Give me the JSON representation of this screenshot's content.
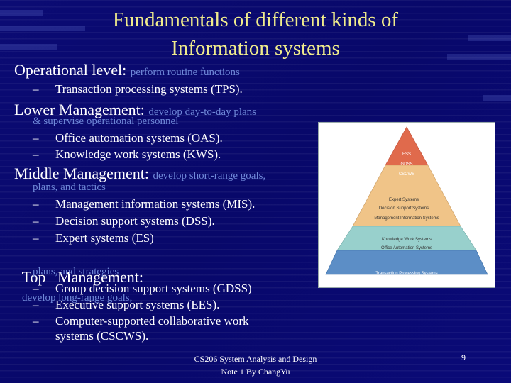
{
  "title": {
    "line1": "Fundamentals of different kinds of",
    "line2": "Information systems"
  },
  "sections": {
    "operational": {
      "label": "Operational level:",
      "desc": "perform routine functions",
      "items": [
        "Transaction processing systems (TPS)."
      ]
    },
    "lower": {
      "label": "Lower Management:",
      "desc": "develop day-to-day plans",
      "desc_cont": "& supervise operational personnel",
      "items": [
        "Office automation systems (OAS).",
        "Knowledge work systems (KWS)."
      ]
    },
    "middle": {
      "label": "Middle Management:",
      "desc": "develop short-range goals,",
      "desc_cont": "plans, and tactics",
      "items": [
        "Management information systems (MIS).",
        "Decision support systems (DSS).",
        "Expert systems (ES)"
      ]
    },
    "top": {
      "label": "Top   Management:",
      "desc": "develop long-range goals,",
      "desc_cont": "plans, and strategies",
      "items": [
        "Group decision support systems (GDSS)",
        "Executive support systems (EES).",
        "Computer-supported collaborative work"
      ],
      "item_cont": "systems (CSCWS)."
    }
  },
  "dash": "–",
  "pyramid": {
    "tier1": [
      "ESS",
      "GDSS",
      "CSCWS"
    ],
    "tier2": [
      "Expert Systems",
      "Decision Support Systems",
      "Management Information Systems"
    ],
    "tier3": [
      "Knowledge Work Systems",
      "Office Automation Systems"
    ],
    "tier4": [
      "Transaction Processing Systems"
    ]
  },
  "footer": {
    "line1": "CS206 System Analysis and Design",
    "line2": "Note 1 By ChangYu",
    "page_number": "9"
  },
  "colors": {
    "background": "#0a0a6e",
    "title": "#f0ec8c",
    "description": "#6f88d8",
    "tier1": "#e06a4c",
    "tier2": "#f0c488",
    "tier3": "#98d0cc",
    "tier4": "#5c8ec6"
  }
}
